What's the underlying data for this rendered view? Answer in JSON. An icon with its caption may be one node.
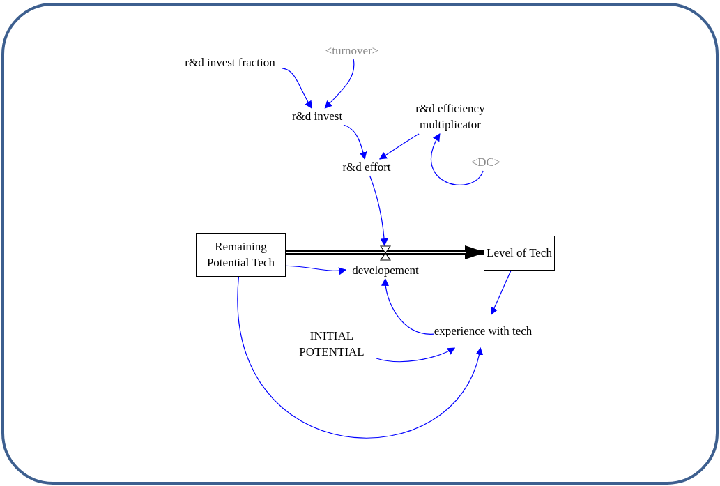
{
  "diagram": {
    "nodes": [
      {
        "text": [
          "r&d invest fraction"
        ]
      },
      {
        "text": [
          "<turnover>"
        ]
      },
      {
        "text": [
          "r&d invest"
        ]
      },
      {
        "text": [
          "r&d efficiency multiplicator"
        ]
      },
      {
        "text": [
          "<DC>"
        ]
      },
      {
        "text": [
          "r&d effort"
        ]
      },
      {
        "text": [
          "Remaining Potential Tech"
        ]
      },
      {
        "text": [
          "Level of Tech"
        ]
      },
      {
        "text": [
          "developement"
        ]
      },
      {
        "text": [
          "experience with tech"
        ]
      },
      {
        "text": [
          "INITIAL POTENTIAL"
        ]
      }
    ],
    "edges": [
      {
        "from": 0,
        "to": 2,
        "arrow": "to"
      },
      {
        "from": 1,
        "to": 2,
        "arrow": "to"
      },
      {
        "from": 2,
        "to": 5,
        "arrow": "to"
      },
      {
        "from": 3,
        "to": 5,
        "arrow": "to"
      },
      {
        "from": 4,
        "to": 3,
        "arrow": "to"
      },
      {
        "from": 5,
        "to": 8,
        "arrow": "to"
      },
      {
        "from": 6,
        "to": 7,
        "arrow": "to",
        "style": "thick",
        "color": "#000000"
      },
      {
        "from": 6,
        "to": 8,
        "arrow": "to"
      },
      {
        "from": 7,
        "to": 9,
        "arrow": "to"
      },
      {
        "from": 9,
        "to": 8,
        "arrow": "to"
      },
      {
        "from": 10,
        "to": 9,
        "arrow": "to"
      },
      {
        "from": 6,
        "to": 9,
        "arrow": "to"
      }
    ]
  }
}
